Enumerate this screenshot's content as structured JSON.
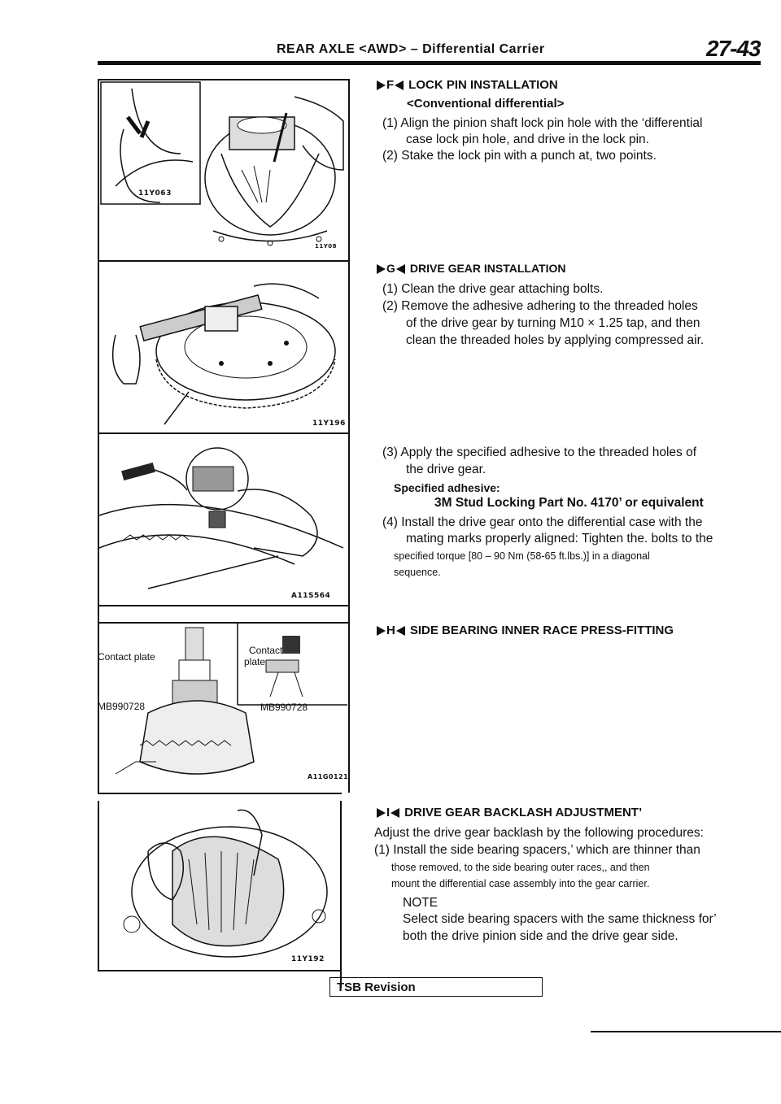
{
  "header": {
    "title": "REAR AXLE <AWD> – Differential Carrier",
    "page_number": "27-43"
  },
  "figures": [
    {
      "label_inset": "11Y063",
      "label_main": "11Y08"
    },
    {
      "label": "11Y196"
    },
    {
      "label": "A11S564"
    },
    {
      "label": "A11G0121",
      "callouts": [
        "Contact plate",
        "MB990728",
        "Contact",
        "plate",
        "MB990728"
      ]
    },
    {
      "label": "11Y192"
    }
  ],
  "sections": {
    "f": {
      "letter": "F",
      "title": "LOCK PIN INSTALLATION",
      "subtitle": "<Conventional differential>",
      "lines": [
        "(1) Align the pinion shaft lock pin hole with the ‘differential",
        "case lock pin hole, and drive in the lock pin.",
        "(2) Stake the lock pin with a punch at, two points."
      ]
    },
    "g": {
      "letter": "G",
      "title": "DRIVE GEAR INSTALLATION",
      "lines": [
        "(1) Clean the drive gear attaching bolts.",
        "(2) Remove the adhesive adhering to the threaded holes",
        "of the drive gear by turning M10 × 1.25 tap, and then",
        "clean the threaded holes by applying compressed air.",
        "(3) Apply the specified adhesive to the threaded holes of",
        "the drive gear."
      ],
      "adhesive_label": "Specified adhesive:",
      "adhesive_value": "3M Stud Locking Part No. 4170’ or equivalent",
      "lines2": [
        "(4) Install the drive gear onto the differential case with the",
        "mating marks properly aligned: Tighten the. bolts to the",
        "specified torque [80 – 90 Nm (58-65 ft.lbs.)] in a diagonal",
        "sequence."
      ]
    },
    "h": {
      "letter": "H",
      "title": "SIDE BEARING INNER RACE PRESS-FITTING"
    },
    "i": {
      "letter": "I",
      "title": "DRIVE GEAR BACKLASH ADJUSTMENT’",
      "lines": [
        "Adjust the drive gear backlash by the following procedures:",
        "(1) Install the side bearing spacers,’ which are thinner than",
        "those removed, to the side bearing outer races,, and then",
        "mount the differential case assembly into the gear carrier."
      ],
      "note_label": "NOTE",
      "note_lines": [
        "Select side bearing spacers with the same thickness for’",
        "both the drive pinion side and the drive gear side."
      ]
    }
  },
  "footer": {
    "tsb": "TSB Revision"
  }
}
